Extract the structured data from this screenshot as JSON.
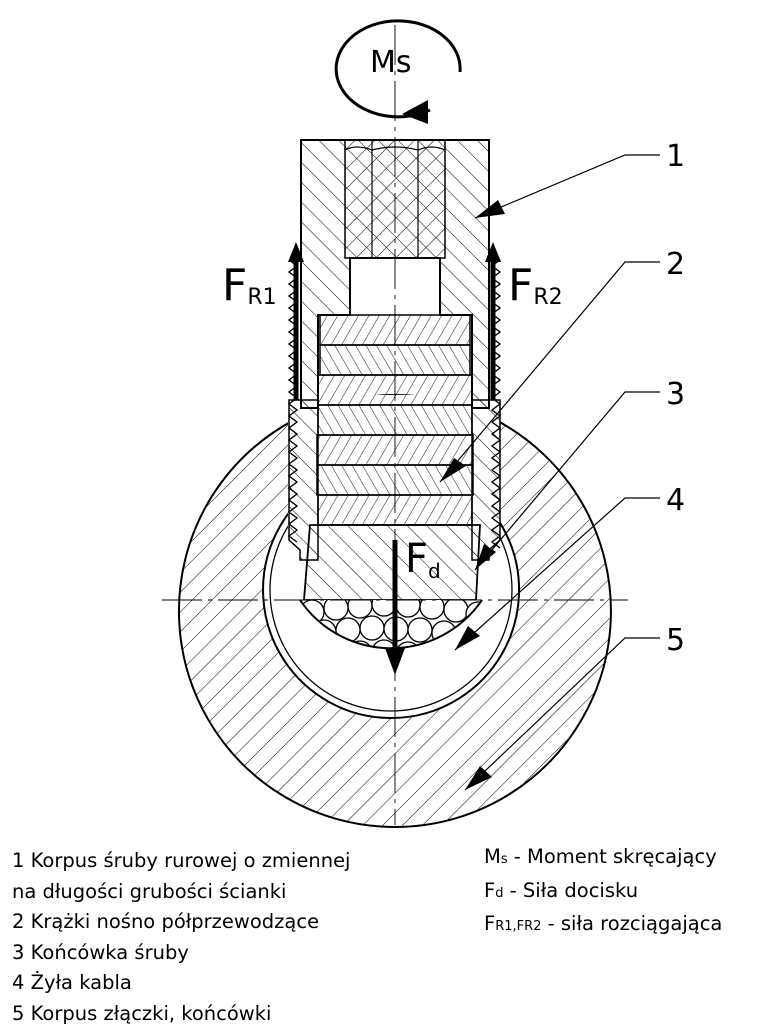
{
  "figure": {
    "moment_label": "Ms",
    "force_left": {
      "main": "F",
      "sub": "R1"
    },
    "force_right": {
      "main": "F",
      "sub": "R2"
    },
    "force_press": {
      "main": "F",
      "sub": "d"
    },
    "callouts": [
      "1",
      "2",
      "3",
      "4",
      "5"
    ]
  },
  "legend_parts": [
    "1 Korpus śruby rurowej o zmiennej",
    "na długości grubości ścianki",
    "2 Krążki nośno półprzewodzące",
    "3 Końcówka śruby",
    "4 Żyła kabla",
    "5 Korpus złączki, końcówki"
  ],
  "legend_symbols": [
    {
      "main": "M",
      "sub": "s",
      "text": " - Moment skręcający"
    },
    {
      "main": "F",
      "sub": "d",
      "text": " - Siła docisku"
    },
    {
      "main": "F",
      "sub": "R1",
      "mid": ",F",
      "sub2": "R2",
      "text": " - siła rozciągająca"
    }
  ]
}
